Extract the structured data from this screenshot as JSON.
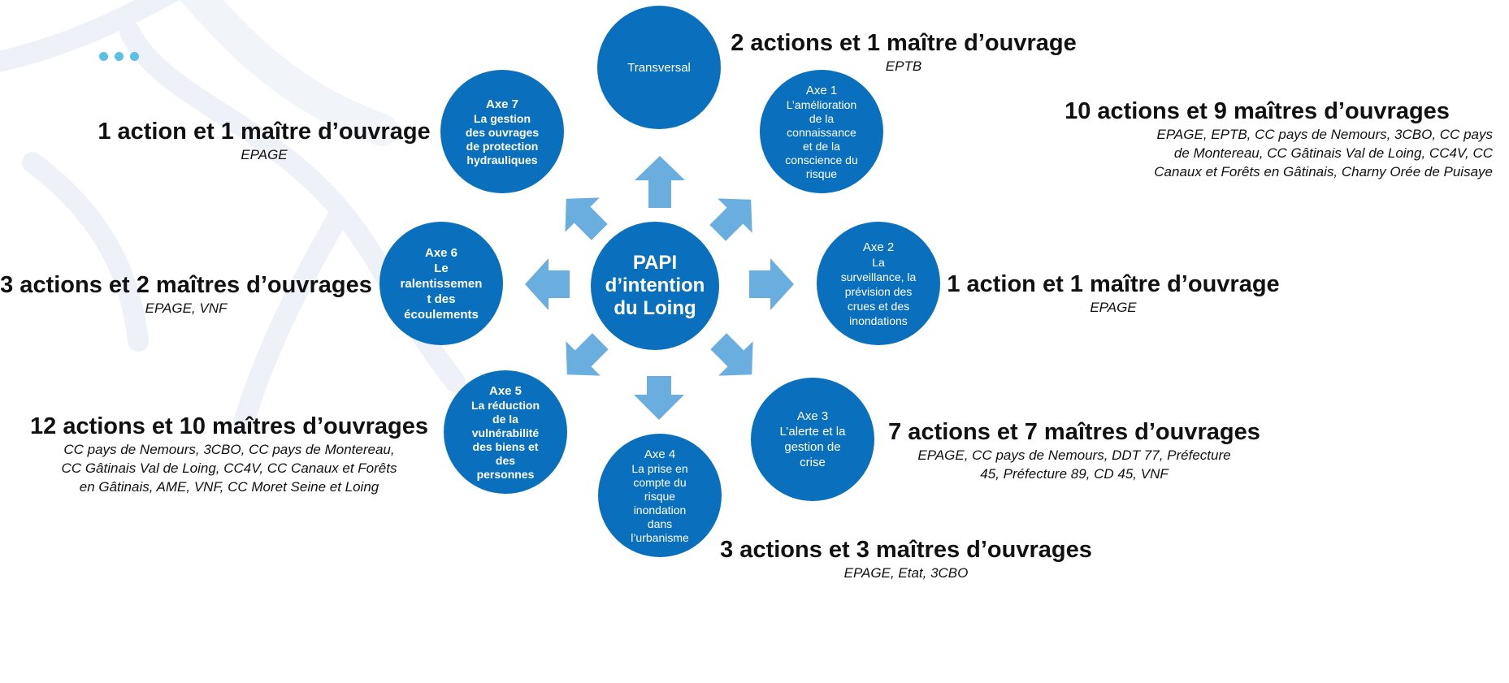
{
  "diagram": {
    "center": {
      "title": "PAPI\nd’intention\ndu Loing"
    },
    "axes": [
      {
        "id": "transversal",
        "heading": "",
        "text": "Transversal"
      },
      {
        "id": "axe1",
        "heading": "Axe 1",
        "text": "L’amélioration\nde la\nconnaissance\net de la\nconscience du\nrisque"
      },
      {
        "id": "axe2",
        "heading": "Axe 2",
        "text": "La\nsurveillance, la\nprévision des\ncrues et des\ninondations"
      },
      {
        "id": "axe3",
        "heading": "Axe 3",
        "text": "L’alerte et la\ngestion de\ncrise"
      },
      {
        "id": "axe4",
        "heading": "Axe 4",
        "text": "La prise en\ncompte du\nrisque\ninondation\ndans\nl’urbanisme"
      },
      {
        "id": "axe5",
        "heading": "Axe 5",
        "text": "La réduction\nde la\nvulnérabilité\ndes biens et\ndes\npersonnes"
      },
      {
        "id": "axe6",
        "heading": "Axe 6",
        "text": "Le\nralentissemen\nt des\nécoulements"
      },
      {
        "id": "axe7",
        "heading": "Axe 7",
        "text": "La gestion\ndes ouvrages\nde protection\nhydrauliques"
      }
    ],
    "labels": [
      {
        "id": "transversal",
        "heading": "2 actions et 1 maître d’ouvrage",
        "owners": "EPTB"
      },
      {
        "id": "axe1",
        "heading": "10 actions et 9 maîtres d’ouvrages",
        "owners": "EPAGE, EPTB, CC pays de Nemours, 3CBO, CC pays\nde Montereau, CC Gâtinais Val de Loing, CC4V, CC\nCanaux et Forêts en Gâtinais, Charny Orée de Puisaye"
      },
      {
        "id": "axe2",
        "heading": "1 action et 1 maître d’ouvrage",
        "owners": "EPAGE"
      },
      {
        "id": "axe3",
        "heading": "7 actions et 7 maîtres d’ouvrages",
        "owners": "EPAGE, CC pays de Nemours, DDT 77, Préfecture\n45, Préfecture 89, CD 45, VNF"
      },
      {
        "id": "axe4",
        "heading": "3 actions et 3 maîtres d’ouvrages",
        "owners": "EPAGE, Etat, 3CBO"
      },
      {
        "id": "axe5",
        "heading": "12 actions et 10 maîtres d’ouvrages",
        "owners": "CC pays de Nemours, 3CBO, CC pays de Montereau,\nCC Gâtinais Val de Loing, CC4V, CC Canaux et Forêts\nen Gâtinais, AME, VNF, CC Moret Seine et Loing"
      },
      {
        "id": "axe6",
        "heading": "3 actions et 2 maîtres d’ouvrages",
        "owners": "EPAGE, VNF"
      },
      {
        "id": "axe7",
        "heading": "1 action et 1 maître d’ouvrage",
        "owners": "EPAGE"
      }
    ],
    "colors": {
      "circle": "#0a70bd",
      "arrow": "#6aaee0",
      "dots": "#5bc0e8"
    }
  }
}
